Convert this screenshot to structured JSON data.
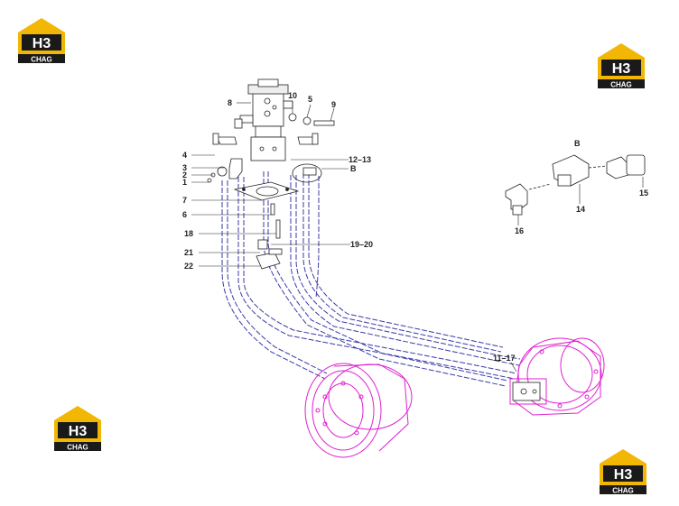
{
  "logos": [
    {
      "id": "logo-top-left",
      "brand": "H3",
      "sub": "CHAG"
    },
    {
      "id": "logo-top-right",
      "brand": "H3",
      "sub": "CHAG"
    },
    {
      "id": "logo-bottom-left",
      "brand": "H3",
      "sub": "CHAG"
    },
    {
      "id": "logo-bottom-right",
      "brand": "H3",
      "sub": "CHAG"
    }
  ],
  "detail_view": {
    "title": "B"
  },
  "callouts": {
    "c1": "1",
    "c2": "2",
    "c3": "3",
    "c4": "4",
    "c5": "5",
    "c6": "6",
    "c7": "7",
    "c8": "8",
    "c9": "9",
    "c10": "10",
    "c11_17": "11–17",
    "c12_13": "12–13",
    "c14": "14",
    "c15": "15",
    "c16": "16",
    "c18": "18",
    "c19_20": "19–20",
    "c21": "21",
    "c22": "22",
    "cB": "B"
  },
  "colors": {
    "hose": "#3a3aa8",
    "motor": "#e020d0",
    "lines": "#222222",
    "logo_gold": "#f2b705",
    "logo_dark": "#1a1a1a"
  }
}
